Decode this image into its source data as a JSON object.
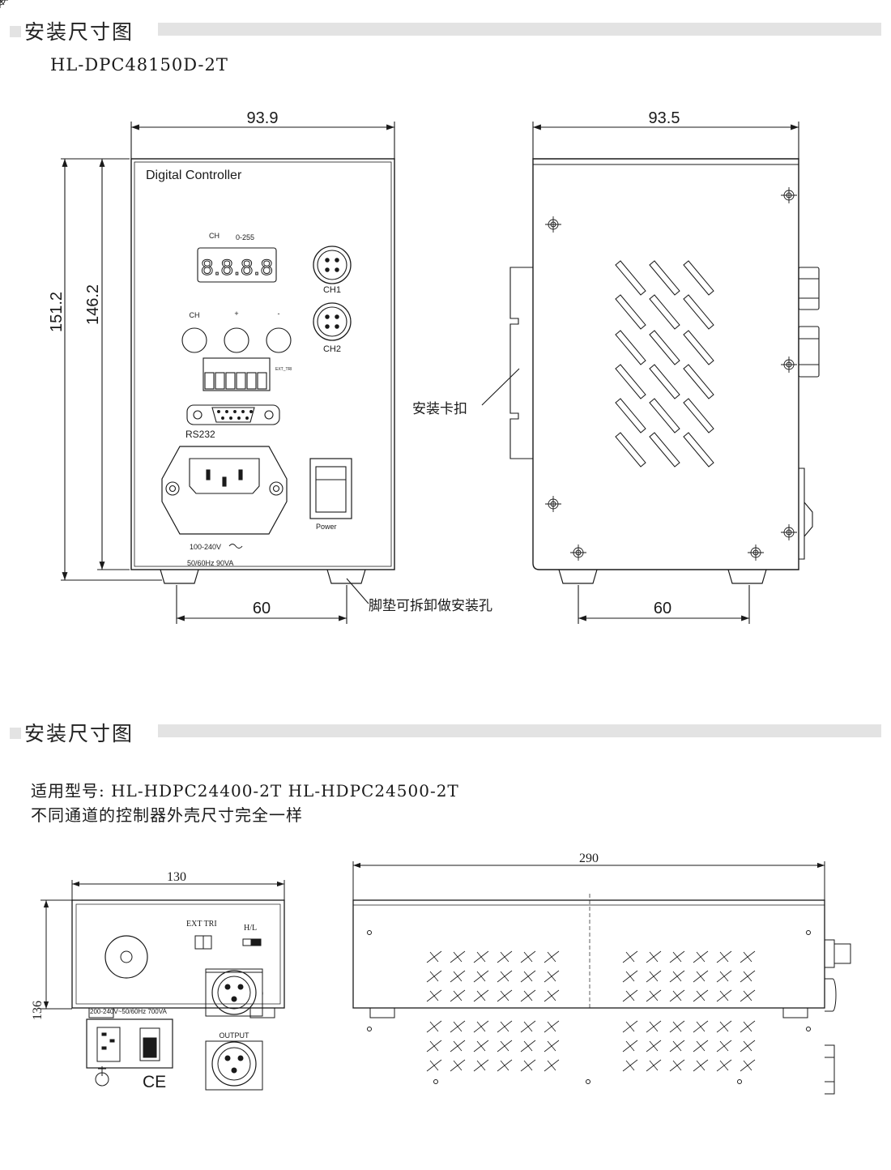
{
  "section1": {
    "heading": "安装尺寸图",
    "model": "HL-DPC48150D-2T",
    "front": {
      "width_dim": "93.9",
      "outer_height_dim": "151.2",
      "inner_height_dim": "146.2",
      "foot_dim": "60",
      "title": "Digital Controller",
      "ch_label": "CH",
      "range_label": "0-255",
      "display": "8.8.8.8",
      "ch1_label": "CH1",
      "ch2_label": "CH2",
      "btn_ch": "CH",
      "btn_plus": "+",
      "btn_minus": "-",
      "ext_tri": "EXT_TRI",
      "rs232": "RS232",
      "power": "Power",
      "voltage": "100-240V",
      "freq": "50/60Hz 90VA"
    },
    "side": {
      "depth_dim": "93.5",
      "foot_dim": "60",
      "clip_note": "安装卡扣",
      "feet_note": "脚垫可拆卸做安装孔"
    }
  },
  "section2": {
    "heading": "安装尺寸图",
    "applies_to": "适用型号: HL-HDPC24400-2T HL-HDPC24500-2T",
    "same_note": "不同通道的控制器外壳尺寸完全一样",
    "front": {
      "width_dim": "130",
      "height_dim": "136",
      "ext_tri": "EXT TRI",
      "hl": "H/L",
      "rating": "200-240V~50/60Hz 700VA",
      "output": "OUTPUT",
      "ce": "CE"
    },
    "side": {
      "depth_dim": "290"
    }
  }
}
